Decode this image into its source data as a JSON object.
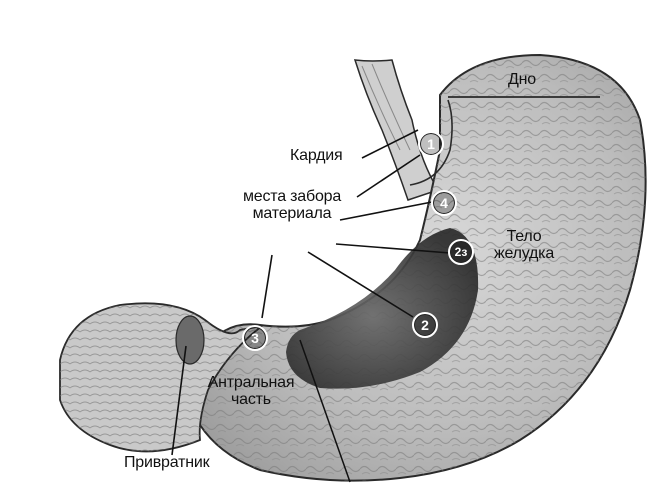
{
  "labels": {
    "fundus": "Дно",
    "cardia": "Кардия",
    "sampling_sites_line1": "места забора",
    "sampling_sites_line2": "материала",
    "body_line1": "Тело",
    "body_line2": "желудка",
    "antrum_line1": "Антральная",
    "antrum_line2": "часть",
    "pylorus": "Привратник"
  },
  "markers": [
    "1",
    "4",
    "2з",
    "2",
    "3"
  ],
  "colors": {
    "outline": "#2a2a2a",
    "tissue": "#dcdcdc",
    "mucosa": "#9a9a9a",
    "shadow": "#4a4a4a",
    "label_text": "#111111",
    "marker_border": "#ffffff"
  }
}
